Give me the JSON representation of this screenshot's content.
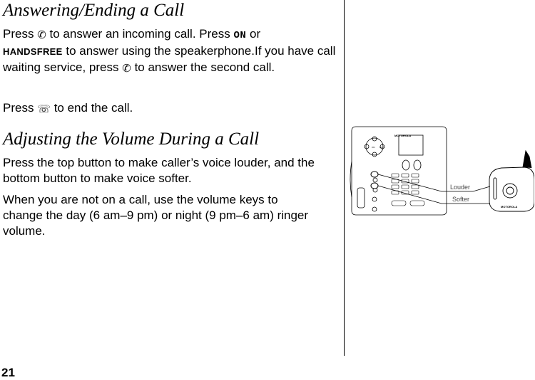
{
  "section1": {
    "title": "Answering/Ending a Call",
    "p1_a": "Press",
    "p1_b": "to answer an incoming call. Press",
    "key_on": "ON",
    "p1_c": "or",
    "key_handsfree": "HANDSFREE",
    "p1_d": "to answer using the speakerphone.If you have call waiting service, press",
    "p1_e": "to answer the second call.",
    "p2_a": "Press",
    "p2_b": "to end the call."
  },
  "section2": {
    "title": "Adjusting the Volume During a Call",
    "p1": "Press the top button to make caller’s voice louder, and the bottom button to make voice softer.",
    "p2": "When you are not on a call, use the volume keys to change the day (6 am–9 pm) or night (9 pm–6 am) ringer volume."
  },
  "illustration": {
    "louder_label": "Louder",
    "softer_label": "Softer",
    "brand_base": "MOTOROLA",
    "brand_handset": "MOTOROLA",
    "base_key_on": "ON",
    "base_key_off": "OFF"
  },
  "icons": {
    "flash": "flash-key-icon",
    "cancel": "cancel-key-icon"
  },
  "page_number": "21"
}
